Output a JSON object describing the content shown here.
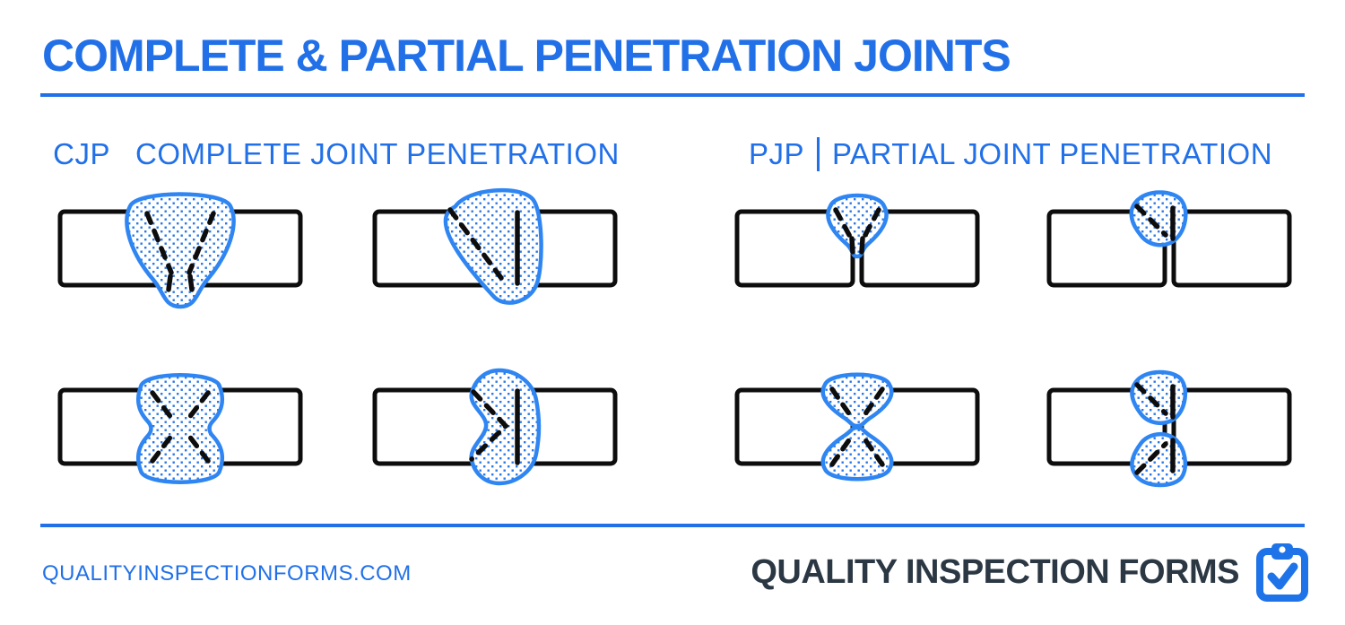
{
  "title": "COMPLETE & PARTIAL PENETRATION JOINTS",
  "sections": {
    "cjp": {
      "abbr": "CJP",
      "label": "COMPLETE JOINT PENETRATION"
    },
    "pjp": {
      "abbr": "PJP",
      "label": "PARTIAL JOINT PENETRATION"
    }
  },
  "footer": {
    "website": "QUALITYINSPECTIONFORMS.COM",
    "brand": "QUALITY INSPECTION FORMS"
  },
  "colors": {
    "accent": "#2170e8",
    "weld_stroke": "#2f86f2",
    "weld_dot": "#2b78e8",
    "plate": "#0d0d0d",
    "brand_dark": "#2b3844",
    "background": "#ffffff"
  }
}
